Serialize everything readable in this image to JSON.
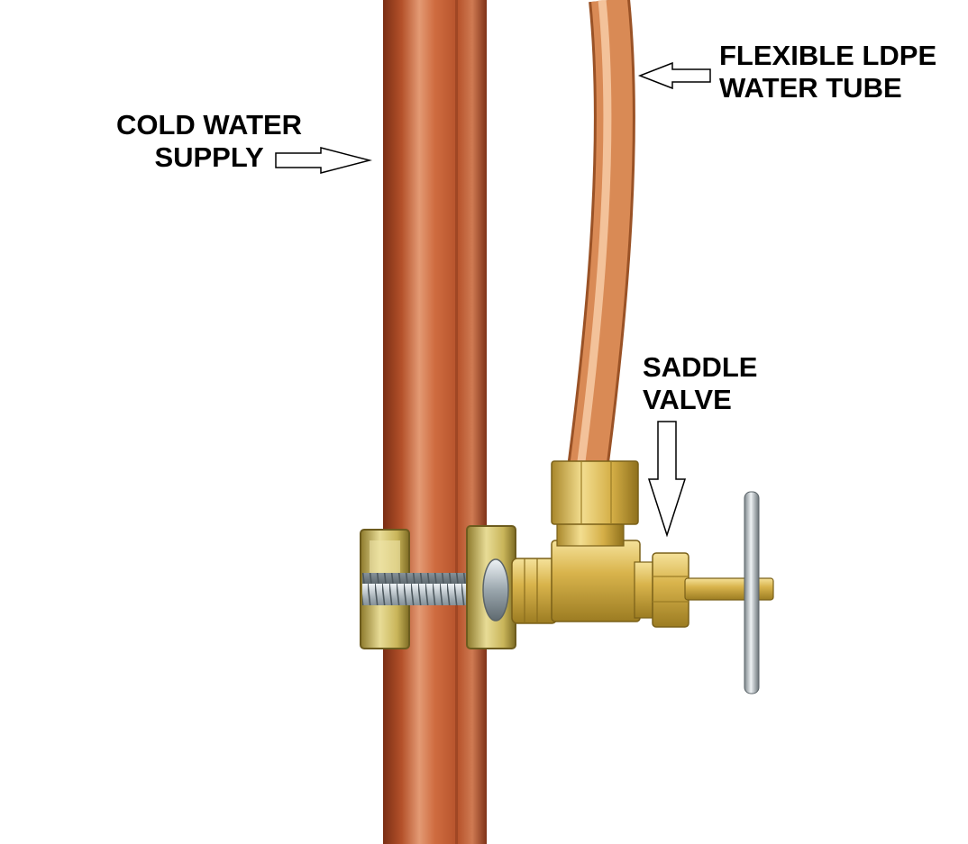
{
  "labels": {
    "cold_water_supply": {
      "line1": "COLD WATER",
      "line2": "SUPPLY"
    },
    "flexible_tube": {
      "line1": "FLEXIBLE LDPE",
      "line2": "WATER TUBE"
    },
    "saddle_valve": {
      "line1": "SADDLE",
      "line2": "VALVE"
    }
  },
  "colors": {
    "copper_dark": "#8c3a1c",
    "copper_mid": "#c8663a",
    "copper_light": "#e8a07a",
    "tube_mid": "#d98a55",
    "tube_light": "#f0b890",
    "brass_dark": "#9a7a1c",
    "brass_mid": "#d6b04a",
    "brass_light": "#f2dc8a",
    "steel_dark": "#6e7a80",
    "steel_light": "#dfe6ea",
    "background": "#ffffff",
    "text": "#000000"
  }
}
